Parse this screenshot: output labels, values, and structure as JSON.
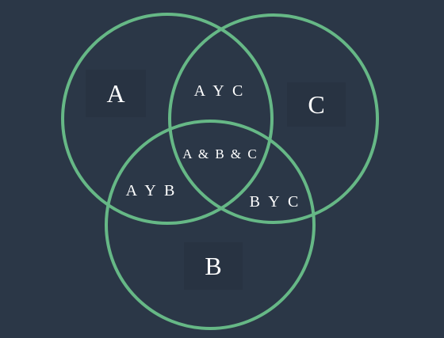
{
  "colors": {
    "background": "#2b3747",
    "circle_stroke": "#66b886",
    "text": "#ffffff",
    "label_box": "#283342"
  },
  "sets": {
    "a": "A",
    "b": "B",
    "c": "C"
  },
  "intersections": {
    "a_c": "A Y C",
    "a_b": "A Y B",
    "b_c": "B Y C",
    "a_b_c": "A & B & C"
  }
}
